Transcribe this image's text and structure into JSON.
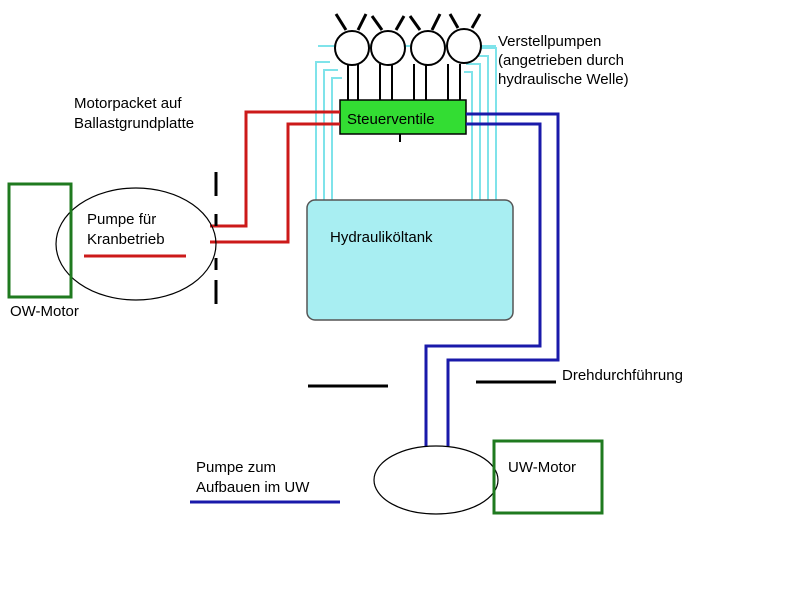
{
  "labels": {
    "verstellpumpen": [
      "Verstellpumpen",
      "(angetrieben durch",
      "hydraulische Welle)"
    ],
    "motorpacket": [
      "Motorpacket auf",
      "Ballastgrundplatte"
    ],
    "pumpe_kran": [
      "Pumpe für",
      "Kranbetrieb"
    ],
    "ow_motor": "OW-Motor",
    "steuerventile": "Steuerventile",
    "hydrauliktank": "Hydrauliköltank",
    "drehdurchfuehrung": "Drehdurchführung",
    "uw_motor": "UW-Motor",
    "pumpe_aufbau": [
      "Pumpe zum",
      "Aufbauen im UW"
    ]
  },
  "colors": {
    "red_line": "#cc1a1a",
    "blue_line": "#1a1aaa",
    "cyan_line": "#7fe3ea",
    "motor_box": "#1f7a1f",
    "valve_fill": "#33dd33",
    "tank_fill": "#a8eef2",
    "black": "#000000"
  }
}
